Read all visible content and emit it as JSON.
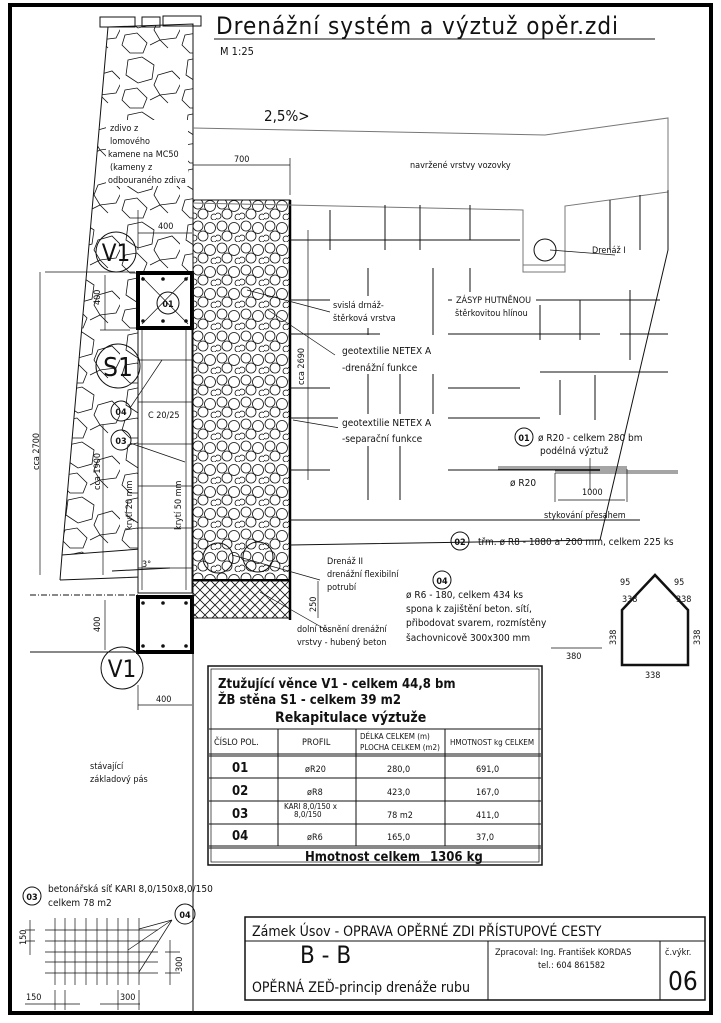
{
  "title": "Drenážní systém a výztuž opěr.zdi",
  "scale": "M 1:25",
  "slope": "2,5%>",
  "labels": {
    "masonry": [
      "zdivo z",
      "lomového",
      "kamene na MC50",
      "(kameny z",
      "odbouraného zdiva"
    ],
    "dim_700": "700",
    "dim_400_top": "400",
    "dim_400_left": "400",
    "dim_400_lower": "400",
    "dim_400_bottom": "400",
    "dim_cca2700": "cca 2700",
    "dim_cca1900": "cca 1900",
    "dim_cca2690": "cca 2690",
    "dim_250": "250",
    "cover_20": "krytí 20 mm",
    "cover_50": "krytí 50 mm",
    "concrete": "C 20/25",
    "angle": "3°",
    "road_layers": "navržené vrstvy vozovky",
    "drain1": "Drenáž I",
    "backfill": [
      "ZÁSYP HUTNĚNOU",
      "štěrkovitou hlínou"
    ],
    "vertical_drain": [
      "svislá drnáž-",
      "štěrková vrstva"
    ],
    "geotextile1": [
      "geotextilie NETEX A",
      "-drenážní funkce"
    ],
    "geotextile2": [
      "geotextilie NETEX A",
      "-separační funkce"
    ],
    "drain2": [
      "Drenáž II",
      "drenážní flexibilní",
      "potrubí"
    ],
    "seal": [
      "dolní těsnění drenážní",
      "vrstvy - hubený beton"
    ],
    "foundation": [
      "stávající",
      "základový pás"
    ]
  },
  "markers": {
    "v1_top": "V1",
    "s1": "S1",
    "v1_bottom": "V1",
    "m01": "01",
    "m04": "04",
    "m03": "03"
  },
  "notes": {
    "n01": {
      "num": "01",
      "lines": [
        "ø R20 - celkem 280 bm",
        "podélná výztuž"
      ],
      "bar": "ø R20",
      "lap": "1000",
      "lap_label": "stykování přesahem"
    },
    "n02": {
      "num": "02",
      "text": "třm. ø R8 - 1880 a' 200 mm, celkem 225 ks"
    },
    "n04": {
      "num": "04",
      "lines": [
        "ø R6 - 180, celkem 434 ks",
        "spona k zajištění beton. sítí,",
        "přibodovat svarem, rozmístěny",
        "šachovnicově 300x300 mm"
      ],
      "dim": "380"
    },
    "stirrup": {
      "d95a": "95",
      "d95b": "95",
      "d338a": "338",
      "d338b": "338",
      "d338c": "338",
      "d338d": "338",
      "d338e": "338"
    }
  },
  "table": {
    "title1": "Ztužující věnce V1 - celkem 44,8 bm",
    "title2": "ŽB stěna S1 - celkem 39 m2",
    "title3": "Rekapitulace výztuže",
    "headers": [
      "ČÍSLO POL.",
      "PROFIL",
      "DÉLKA CELKEM (m)",
      "PLOCHA CELKEM (m2)",
      "HMOTNOST  kg CELKEM"
    ],
    "rows": [
      {
        "pos": "01",
        "profile": "øR20",
        "profile2": "",
        "length": "280,0",
        "mass": "691,0"
      },
      {
        "pos": "02",
        "profile": "øR8",
        "profile2": "",
        "length": "423,0",
        "mass": "167,0"
      },
      {
        "pos": "03",
        "profile": "KARI 8,0/150 x",
        "profile2": "8,0/150",
        "length": "78 m2",
        "mass": "411,0"
      },
      {
        "pos": "04",
        "profile": "øR6",
        "profile2": "",
        "length": "165,0",
        "mass": "37,0"
      }
    ],
    "total_label": "Hmotnost celkem",
    "total_value": "1306 kg"
  },
  "mesh": {
    "num": "03",
    "lines": [
      "betonářská síť KARI 8,0/150x8,0/150",
      "celkem 78 m2"
    ],
    "marker": "04",
    "d150a": "150",
    "d150b": "150",
    "d300a": "300",
    "d300b": "300"
  },
  "titleblock": {
    "project": "Zámek Úsov - OPRAVA OPĚRNÉ ZDI PŘÍSTUPOVÉ CESTY",
    "section": "B - B",
    "subtitle": "OPĚRNÁ ZEĎ-princip drenáže rubu",
    "author": "Zpracoval: Ing. František KORDAS",
    "phone": "tel.: 604 861582",
    "dwg_label": "č.výkr.",
    "dwg_no": "06"
  }
}
